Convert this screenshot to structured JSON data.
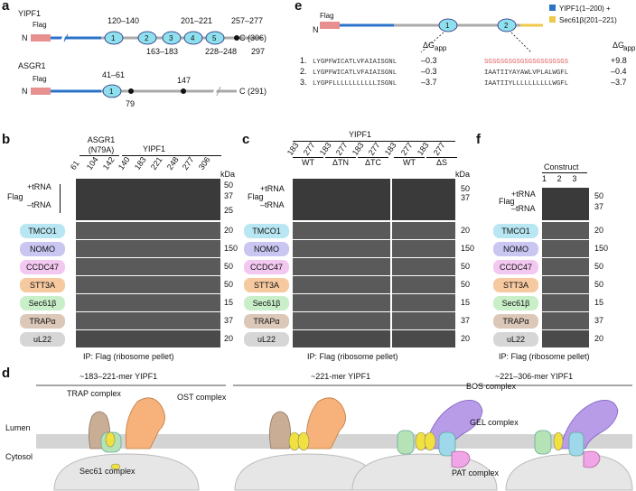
{
  "panels": {
    "a": "a",
    "b": "b",
    "c": "c",
    "d": "d",
    "e": "e",
    "f": "f"
  },
  "panel_a": {
    "yipf1": {
      "name": "YIPF1",
      "n": "N",
      "flag": "Flag",
      "c": "C (306)",
      "tm": [
        "1",
        "2",
        "3",
        "4",
        "5"
      ],
      "top_ranges": [
        "120–140",
        "201–221",
        "257–277"
      ],
      "bottom_ranges": [
        "163–183",
        "228–248"
      ],
      "site": "297"
    },
    "asgr1": {
      "name": "ASGR1",
      "n": "N",
      "flag": "Flag",
      "c": "C (291)",
      "tm": [
        "1"
      ],
      "range": "41–61",
      "sites": [
        "79",
        "147"
      ]
    }
  },
  "panel_e": {
    "n": "N",
    "flag": "Flag",
    "tm": [
      "1",
      "2"
    ],
    "legend": [
      "YIPF1(1–200) +",
      "Sec61β(201–221)"
    ],
    "dg_label": "ΔG",
    "dg_sub": "app",
    "rows": [
      {
        "num": "1.",
        "left": "LYGPFWICATLVFAIAISGNL",
        "dg1": "–0.3",
        "right": "SGSGSGSGSGSGSGSGSGSGS",
        "dg2": "+9.8"
      },
      {
        "num": "2.",
        "left": "LYGPFWICATLVFAIAISGNL",
        "dg1": "–0.3",
        "right": "IAATIIYAYAWLVPLALWGFL",
        "dg2": "–0.4"
      },
      {
        "num": "3.",
        "left": "LYGPFLLLLLLLLLLLISGNL",
        "dg1": "–3.7",
        "right": "IAATIIYLLLLLLLLLLWGFL",
        "dg2": "–3.7"
      }
    ]
  },
  "panel_b": {
    "group1": "ASGR1",
    "group1_sub": "(N79A)",
    "group2": "YIPF1",
    "lanes": [
      "61",
      "104",
      "142",
      "140",
      "183",
      "221",
      "248",
      "277",
      "306"
    ],
    "kda": "kDa",
    "flag": "Flag",
    "trna_plus": "+tRNA",
    "trna_minus": "–tRNA",
    "markers_flag": [
      "50",
      "37",
      "25"
    ],
    "rows": [
      {
        "label": "TMCO1",
        "kda": "20"
      },
      {
        "label": "NOMO",
        "kda": "150"
      },
      {
        "label": "CCDC47",
        "kda": "50"
      },
      {
        "label": "STT3A",
        "kda": "50"
      },
      {
        "label": "Sec61β",
        "kda": "15"
      },
      {
        "label": "TRAPα",
        "kda": "37"
      },
      {
        "label": "uL22",
        "kda": "20"
      }
    ],
    "caption": "IP: Flag (ribosome pellet)"
  },
  "panel_c": {
    "group": "YIPF1",
    "lanes": [
      "183",
      "277",
      "183",
      "277",
      "183",
      "277",
      "183",
      "277",
      "183",
      "277"
    ],
    "conditions": [
      "WT",
      "ΔTN",
      "ΔTC",
      "WT",
      "ΔS"
    ],
    "kda": "kDa",
    "flag": "Flag",
    "trna_plus": "+tRNA",
    "trna_minus": "–tRNA",
    "markers_flag": [
      "50",
      "37"
    ],
    "rows": [
      {
        "label": "TMCO1",
        "kda": "20"
      },
      {
        "label": "NOMO",
        "kda": "150"
      },
      {
        "label": "CCDC47",
        "kda": "50"
      },
      {
        "label": "STT3A",
        "kda": "50"
      },
      {
        "label": "Sec61β",
        "kda": "15"
      },
      {
        "label": "TRAPα",
        "kda": "37"
      },
      {
        "label": "uL22",
        "kda": "20"
      }
    ],
    "caption": "IP: Flag (ribosome pellet)"
  },
  "panel_f": {
    "group": "Construct",
    "lanes": [
      "1",
      "2",
      "3"
    ],
    "flag": "Flag",
    "trna_plus": "+tRNA",
    "trna_minus": "–tRNA",
    "markers_flag": [
      "50",
      "37"
    ],
    "rows": [
      {
        "label": "TMCO1",
        "kda": "20"
      },
      {
        "label": "NOMO",
        "kda": "150"
      },
      {
        "label": "CCDC47",
        "kda": "50"
      },
      {
        "label": "STT3A",
        "kda": "50"
      },
      {
        "label": "Sec61β",
        "kda": "15"
      },
      {
        "label": "TRAPα",
        "kda": "37"
      },
      {
        "label": "uL22",
        "kda": "20"
      }
    ],
    "caption": "IP: Flag (ribosome pellet)"
  },
  "panel_d": {
    "headers": [
      "~183–221-mer YIPF1",
      "~221-mer YIPF1",
      "~221–306-mer YIPF1"
    ],
    "lumen": "Lumen",
    "cytosol": "Cytosol",
    "labels": {
      "trap": "TRAP complex",
      "ost": "OST complex",
      "sec61": "Sec61 complex",
      "bos": "BOS complex",
      "gel": "GEL complex",
      "pat": "PAT complex"
    }
  },
  "colors": {
    "tmco1": "#b8e6f2",
    "nomo": "#c9c6f2",
    "ccdc47": "#f3c8f0",
    "stt3a": "#f6c9a0",
    "sec61b": "#c9efc9",
    "trapa": "#dcc8b8",
    "ul22": "#d6d6d6",
    "tm": "#8fe0ee",
    "flag": "#e89090",
    "blue": "#2a73c8",
    "yellow": "#f0c84a"
  }
}
